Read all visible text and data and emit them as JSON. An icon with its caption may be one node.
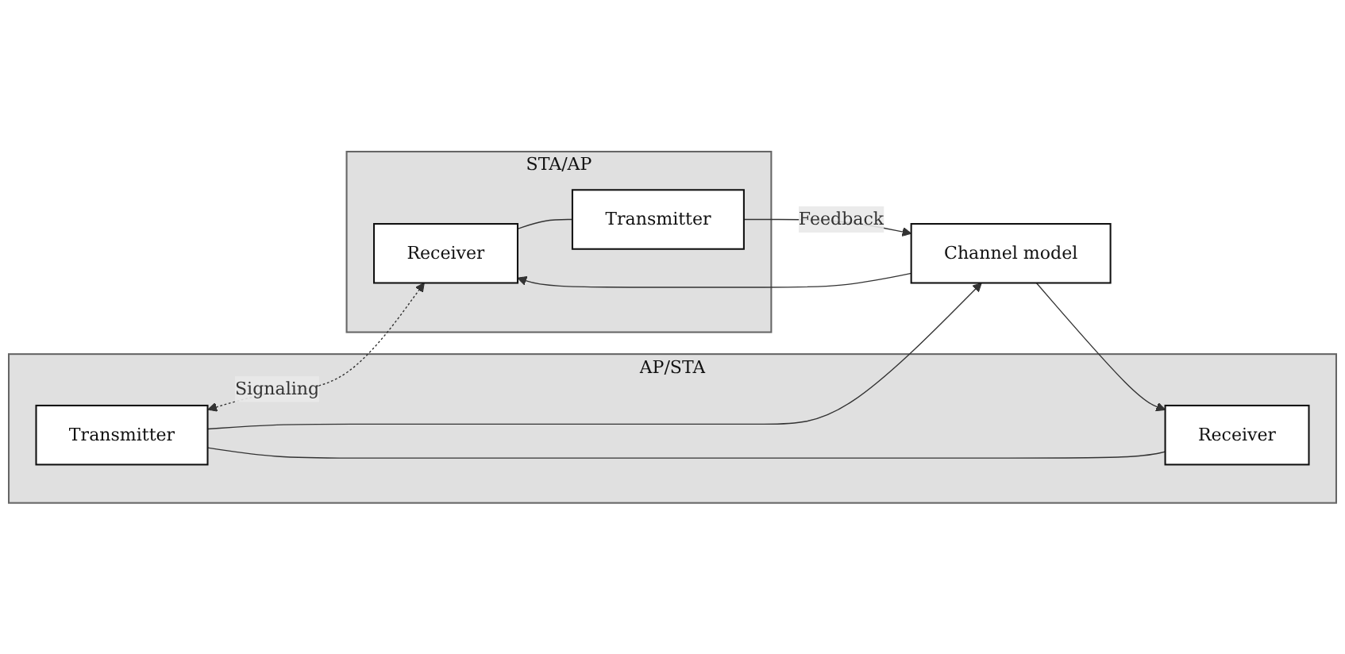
{
  "diagram": {
    "nodes": [
      {
        "text": [
          "AP/STA"
        ]
      },
      {
        "text": [
          "Transmitter"
        ],
        "in": 0
      },
      {
        "text": [
          "Receiver"
        ],
        "in": 0
      },
      {
        "text": [
          "Channel model"
        ]
      },
      {
        "text": [
          "STA/AP"
        ]
      },
      {
        "text": [
          "Receiver"
        ],
        "in": 4
      },
      {
        "text": [
          "Transmitter"
        ],
        "in": 4
      }
    ],
    "edges": [
      {
        "from": 1,
        "to": 5,
        "arrow": "both",
        "label": "Signaling",
        "style": "dashed"
      },
      {
        "from": 1,
        "to": 3,
        "arrow": "to"
      },
      {
        "from": 3,
        "to": 5,
        "arrow": "to"
      },
      {
        "from": 6,
        "to": 3,
        "arrow": "to",
        "label": "Feedback"
      },
      {
        "from": 3,
        "to": 2,
        "arrow": "to"
      },
      {
        "from": 1,
        "to": 2,
        "arrow": "none"
      },
      {
        "from": 5,
        "to": 6,
        "arrow": "none"
      }
    ]
  }
}
